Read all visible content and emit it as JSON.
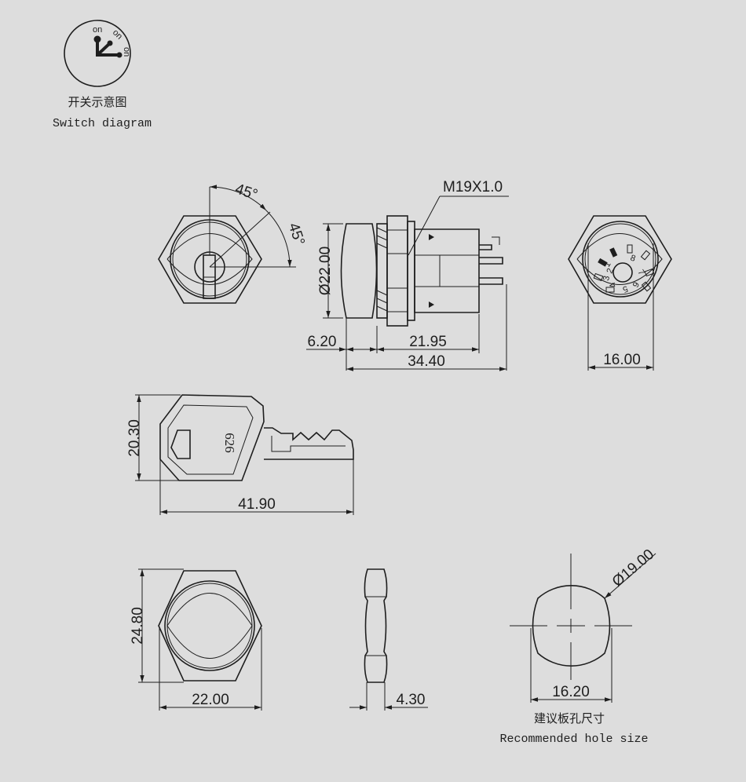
{
  "switch_diagram": {
    "label_cn": "开关示意图",
    "label_en": "Switch diagram",
    "positions": [
      "on",
      "on",
      "on"
    ]
  },
  "front_view": {
    "angle_1": "45°",
    "angle_2": "45°"
  },
  "side_view": {
    "thread": "M19X1.0",
    "diameter": "Ø22.00",
    "head_depth": "6.20",
    "body_length": "21.95",
    "total_length": "34.40"
  },
  "rear_view": {
    "width": "16.00",
    "pin_numbers": [
      "1",
      "2",
      "3",
      "4",
      "5",
      "6",
      "7",
      "8"
    ]
  },
  "key": {
    "number": "626",
    "height": "20.30",
    "length": "41.90"
  },
  "nut_front": {
    "height": "24.80",
    "width": "22.00"
  },
  "nut_side": {
    "thickness": "4.30"
  },
  "hole": {
    "diameter": "Ø19.00",
    "flat_width": "16.20",
    "label_cn": "建议板孔尺寸",
    "label_en": "Recommended hole size"
  },
  "colors": {
    "background": "#dddddd",
    "line": "#1e1e1e"
  }
}
